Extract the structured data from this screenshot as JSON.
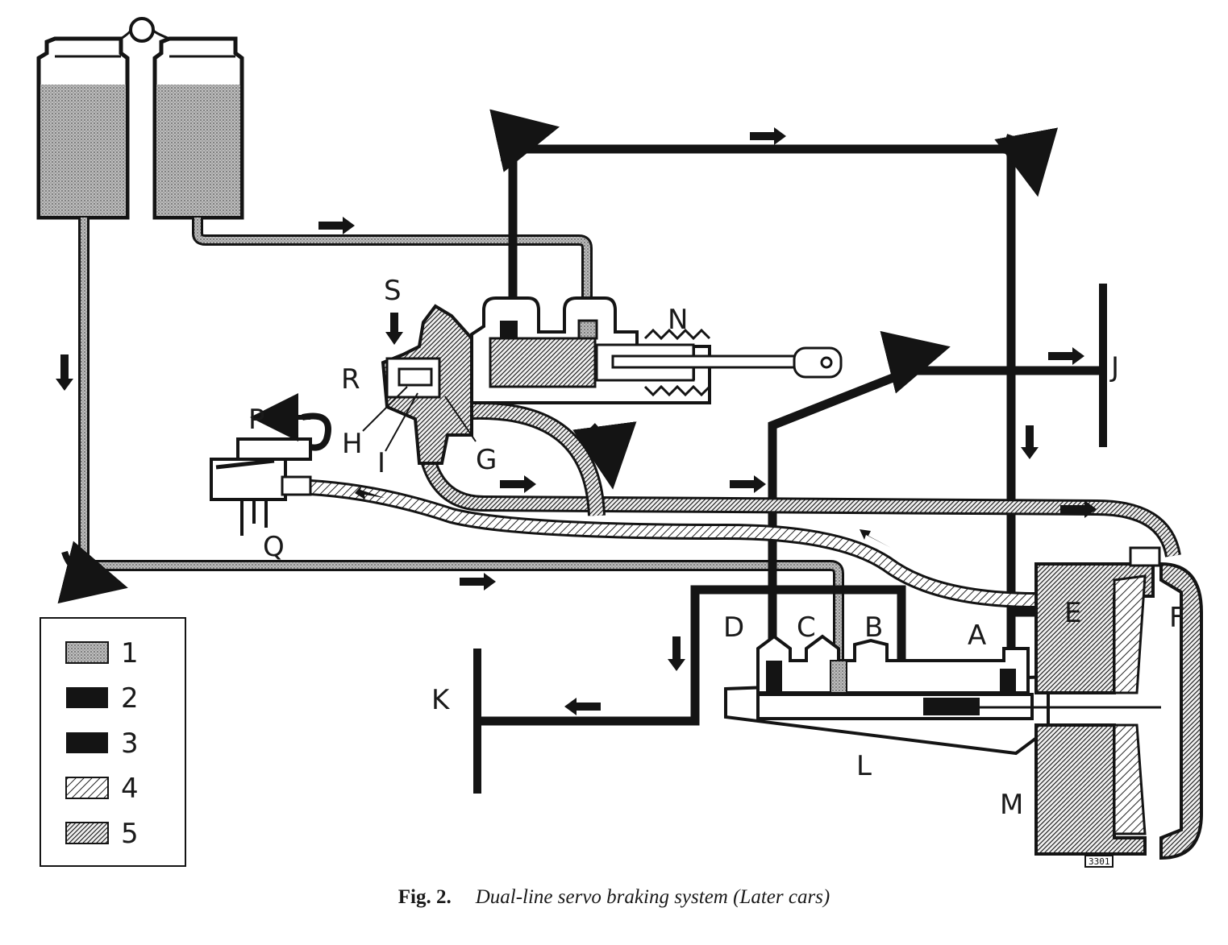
{
  "labels": {
    "A": "A",
    "B": "B",
    "C": "C",
    "D": "D",
    "E": "E",
    "F": "F",
    "G": "G",
    "H": "H",
    "I": "I",
    "J": "J",
    "K": "K",
    "L": "L",
    "M": "M",
    "N": "N",
    "P": "P",
    "Q": "Q",
    "R": "R",
    "S": "S"
  },
  "legend": {
    "items": [
      {
        "number": "1",
        "swatch": "stipple"
      },
      {
        "number": "2",
        "swatch": "solid-black"
      },
      {
        "number": "3",
        "swatch": "solid-black"
      },
      {
        "number": "4",
        "swatch": "light-hatch"
      },
      {
        "number": "5",
        "swatch": "dense-hatch"
      }
    ]
  },
  "part_tag": "3301",
  "caption": {
    "figure": "Fig. 2.",
    "title": "Dual-line servo braking system (Later cars)"
  },
  "colors": {
    "ink": "#141414",
    "stipple_fill": "#9a9a9a",
    "paper": "#ffffff"
  }
}
